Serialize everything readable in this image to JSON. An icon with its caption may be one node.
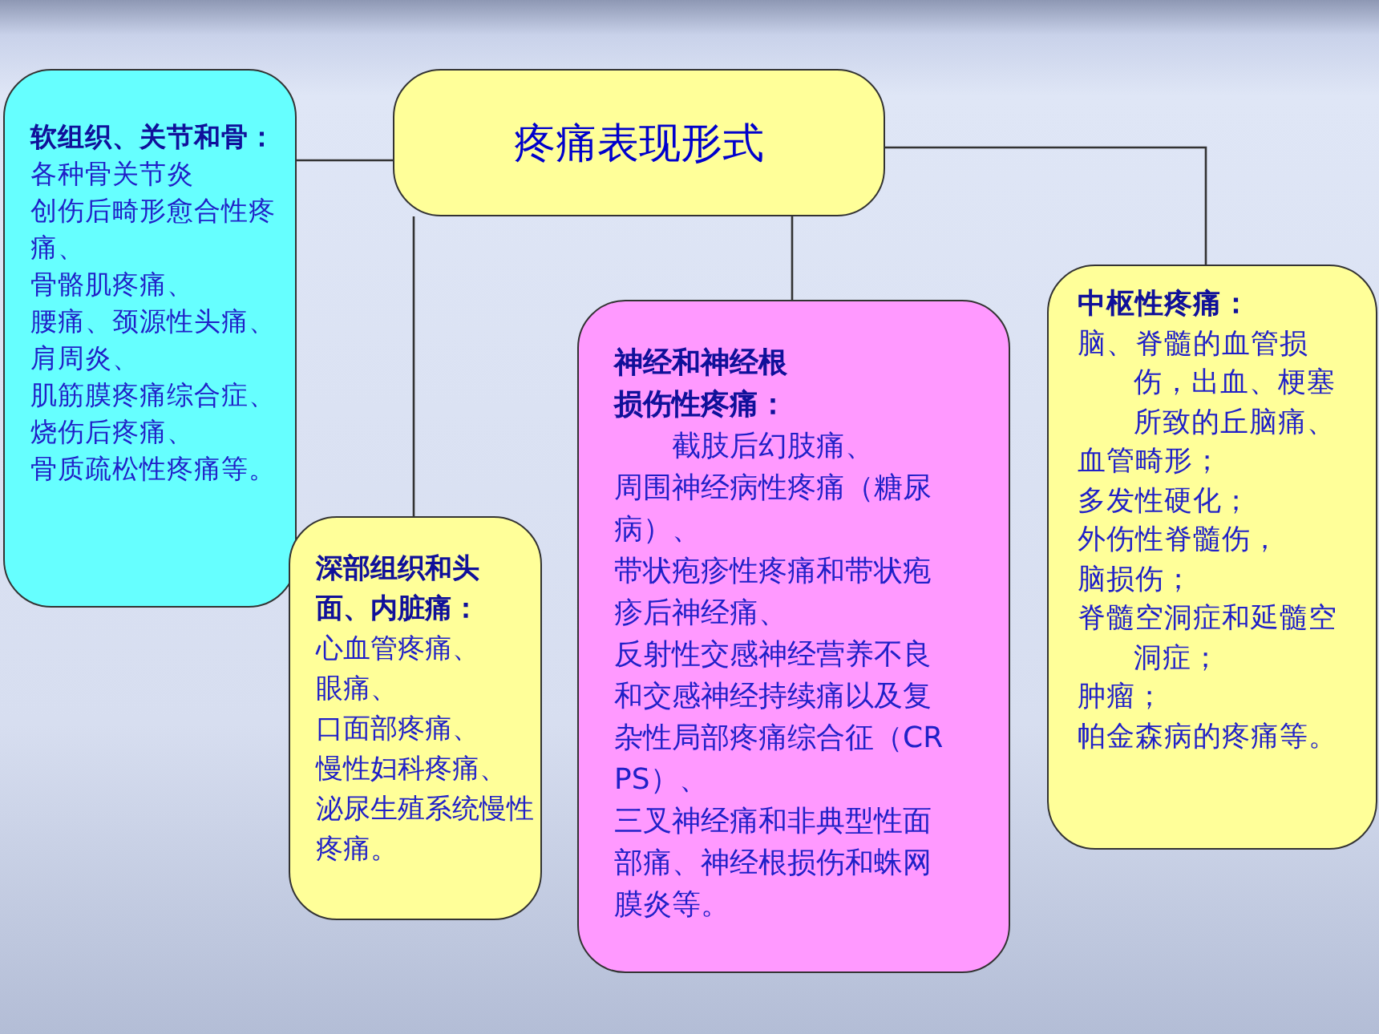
{
  "diagram": {
    "nodes": [
      {
        "text": [
          "疼痛表现形式"
        ]
      },
      {
        "text": [
          "软组织、关节和骨：",
          "各种骨关节炎",
          "创伤后畸形愈合性疼痛、",
          "骨骼肌疼痛、",
          "腰痛、颈源性头痛、",
          "肩周炎、",
          "肌筋膜疼痛综合症、",
          "烧伤后疼痛、",
          "骨质疏松性疼痛等。"
        ]
      },
      {
        "text": [
          "深部组织和头面、内脏痛：",
          "心血管疼痛、",
          "眼痛、",
          "口面部疼痛、",
          "慢性妇科疼痛、",
          "泌尿生殖系统慢性疼痛。"
        ]
      },
      {
        "text": [
          "神经和神经根损伤性疼痛：",
          "截肢后幻肢痛、",
          "周围神经病性疼痛（糖尿病）、",
          "带状疱疹性疼痛和带状疱疹后神经痛、",
          "反射性交感神经营养不良和交感神经持续痛以及复杂性局部疼痛综合征（CRPS）、",
          "三叉神经痛和非典型性面部痛、神经根损伤和蛛网膜炎等。"
        ]
      },
      {
        "text": [
          "中枢性疼痛：",
          "脑、脊髓的血管损伤，出血、梗塞所致的丘脑痛、",
          "血管畸形；",
          "多发性硬化；",
          "外伤性脊髓伤，",
          "脑损伤；",
          "脊髓空洞症和延髓空洞症；",
          "肿瘤；",
          "帕金森病的疼痛等。"
        ]
      }
    ],
    "edges": [
      {
        "from": 0,
        "to": 1,
        "arrow": "none"
      },
      {
        "from": 0,
        "to": 2,
        "arrow": "none"
      },
      {
        "from": 0,
        "to": 3,
        "arrow": "none"
      },
      {
        "from": 0,
        "to": 4,
        "arrow": "none"
      }
    ]
  }
}
